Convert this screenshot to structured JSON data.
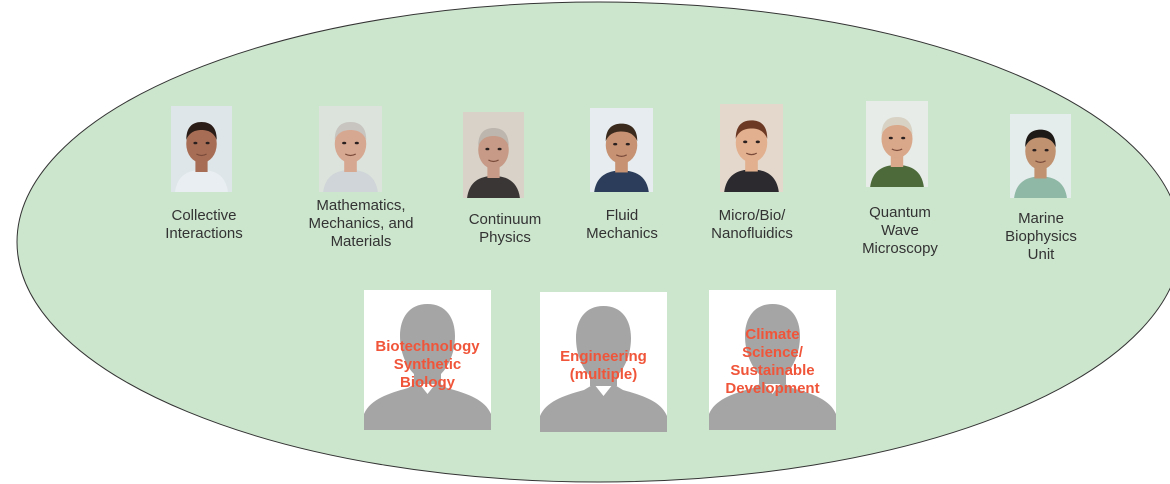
{
  "colors": {
    "ellipse_fill": "#cce5cd",
    "ellipse_stroke": "#333333",
    "vacancy_text": "#f0553a",
    "silhouette": "#a5a5a5",
    "label_text": "#333333"
  },
  "units": [
    {
      "name": "collective-interactions",
      "lines": [
        "Collective",
        "Interactions"
      ],
      "icon": "person-photo"
    },
    {
      "name": "mathematics-mechanics-materials",
      "lines": [
        "Mathematics,",
        "Mechanics, and",
        "Materials"
      ],
      "icon": "person-photo"
    },
    {
      "name": "continuum-physics",
      "lines": [
        "Continuum",
        "Physics"
      ],
      "icon": "person-photo"
    },
    {
      "name": "fluid-mechanics",
      "lines": [
        "Fluid",
        "Mechanics"
      ],
      "icon": "person-photo"
    },
    {
      "name": "micro-bio-nanofluidics",
      "lines": [
        "Micro/Bio/",
        "Nanofluidics"
      ],
      "icon": "person-photo"
    },
    {
      "name": "quantum-wave-microscopy",
      "lines": [
        "Quantum",
        "Wave",
        "Microscopy"
      ],
      "icon": "person-photo"
    },
    {
      "name": "marine-biophysics",
      "lines": [
        "Marine",
        "Biophysics",
        "Unit"
      ],
      "icon": "person-photo"
    }
  ],
  "vacancies": [
    {
      "name": "biotechnology-synthetic-biology",
      "lines": [
        "Biotechnology",
        "Synthetic",
        "Biology"
      ],
      "icon": "person-silhouette-icon"
    },
    {
      "name": "engineering-multiple",
      "lines": [
        "Engineering",
        "(multiple)"
      ],
      "icon": "person-silhouette-icon"
    },
    {
      "name": "climate-science-sustainable-development",
      "lines": [
        "Climate",
        "Science/",
        "Sustainable",
        "Development"
      ],
      "icon": "person-silhouette-icon"
    }
  ]
}
